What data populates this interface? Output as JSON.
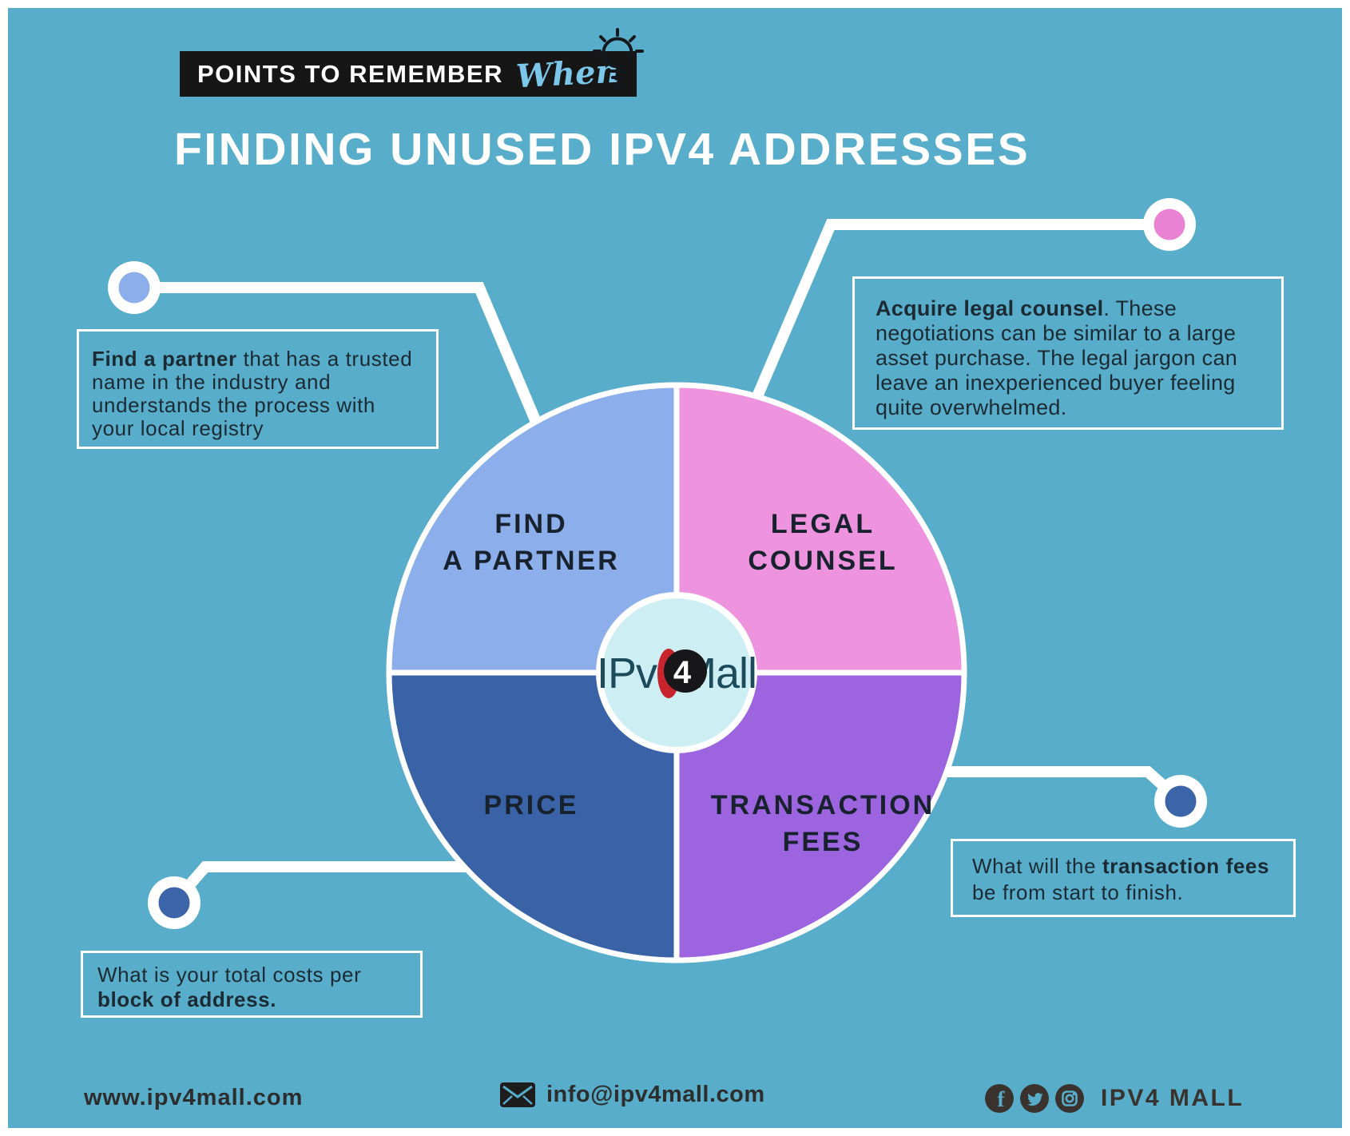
{
  "colors": {
    "background": "#58aeca",
    "frame": "#ffffff",
    "badge_bg": "#161616",
    "badge_script_text": "#7cc6ea",
    "title_text": "#ffffff",
    "box_border": "#ffffff",
    "box_text": "#1c2a33",
    "quadrant_label_text": "#18222e",
    "footer_text": "#2d2d2d",
    "logo_text": "#1c4b5b",
    "logo_badge_red": "#c8242e",
    "logo_badge_black": "#17171a"
  },
  "header": {
    "badge_label": "POINTS TO REMEMBER",
    "badge_script": "When",
    "title": "FINDING UNUSED IPV4 ADDRESSES"
  },
  "pie": {
    "center_color": "#cdeef2",
    "logo": {
      "ipv": "IPv",
      "four": "4",
      "mall": "Mall"
    },
    "slices": [
      {
        "name": "Find a partner",
        "line1": "FIND",
        "line2": "A PARTNER",
        "color": "#8cafeb"
      },
      {
        "name": "Legal counsel",
        "line1": "LEGAL",
        "line2": "COUNSEL",
        "color": "#ee93de"
      },
      {
        "name": "Price",
        "line1": "PRICE",
        "line2": "",
        "color": "#3a62a7"
      },
      {
        "name": "Transaction fees",
        "line1": "TRANSACTION",
        "line2": "FEES",
        "color": "#9d64e0"
      }
    ]
  },
  "chart_data": {
    "type": "pie",
    "title": "Points to remember when finding unused IPv4 addresses",
    "categories": [
      "FIND A PARTNER",
      "LEGAL COUNSEL",
      "TRANSACTION FEES",
      "PRICE"
    ],
    "values": [
      25,
      25,
      25,
      25
    ],
    "colors": [
      "#8cafeb",
      "#ee93de",
      "#9d64e0",
      "#3a62a7"
    ],
    "center_label": "IPv4Mall"
  },
  "callouts": [
    {
      "pre": "",
      "bold": "Find a partner",
      "rest": " that has a trusted name in the industry and understands the process with your local registry",
      "dot_color": "#8cafeb"
    },
    {
      "pre": "",
      "bold": "Acquire legal counsel",
      "rest": ". These negotiations can be similar to a large asset purchase. The legal jargon can leave an inexperienced buyer feeling quite overwhelmed.",
      "dot_color": "#e982d3"
    },
    {
      "pre": "What will the ",
      "bold": "transaction fees",
      "rest": " be from start to finish.",
      "dot_color": "#3c64a8"
    },
    {
      "pre": "What is your total costs per ",
      "bold": "block of address.",
      "rest": "",
      "dot_color": "#3c64a8"
    }
  ],
  "footer": {
    "website": "www.ipv4mall.com",
    "email": "info@ipv4mall.com",
    "brand": "IPV4 MALL",
    "social_icons": [
      "facebook-icon",
      "twitter-icon",
      "instagram-icon"
    ]
  }
}
